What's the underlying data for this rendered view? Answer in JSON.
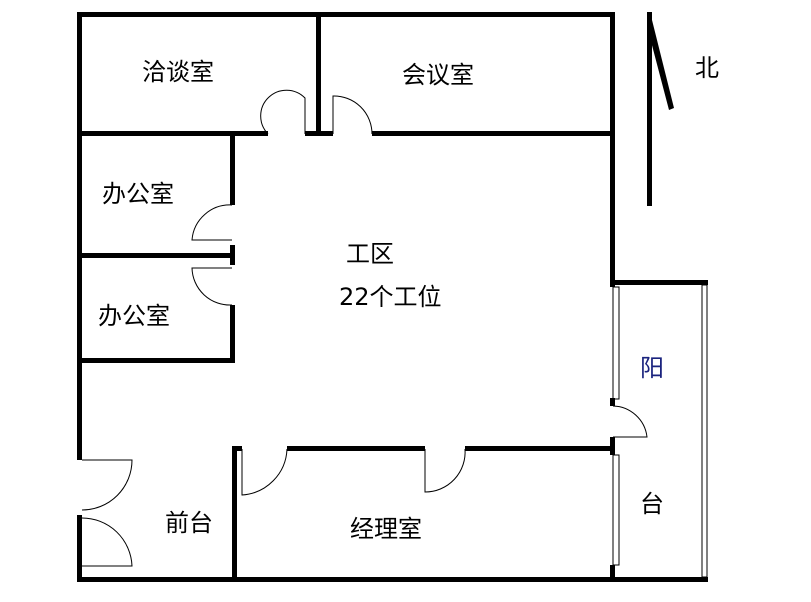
{
  "rooms": {
    "negotiation": "洽谈室",
    "meeting": "会议室",
    "office1": "办公室",
    "office2": "办公室",
    "work_area": "工区",
    "work_seats": "22个工位",
    "balcony_1": "阳",
    "balcony_2": "台",
    "reception": "前台",
    "manager": "经理室"
  },
  "compass": {
    "north": "北"
  },
  "colors": {
    "walls": "#000000",
    "balcony_text": "#1a237e"
  }
}
